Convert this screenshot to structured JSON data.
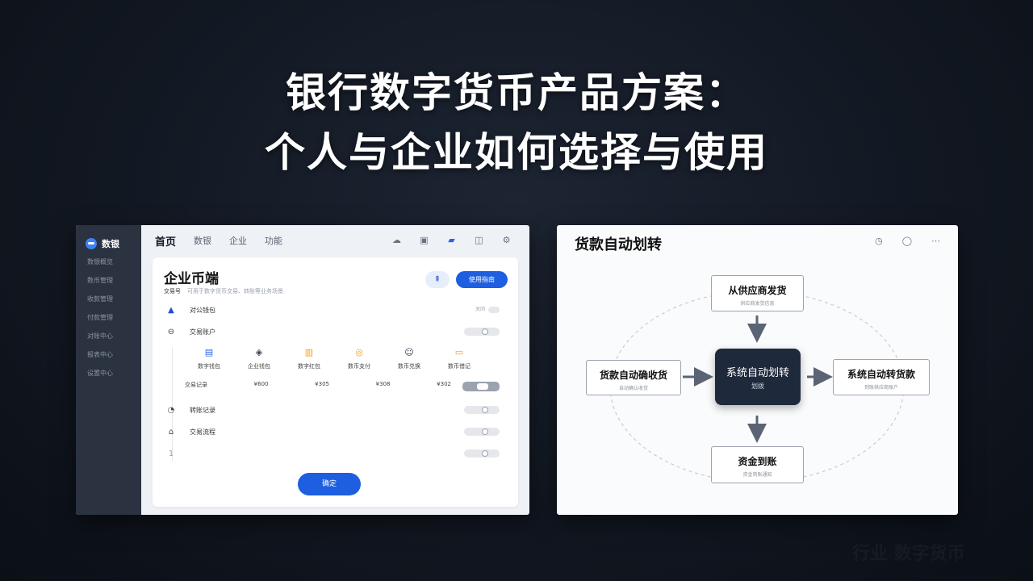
{
  "headline": {
    "line1": "银行数字货币产品方案：",
    "line2": "个人与企业如何选择与使用"
  },
  "left_window": {
    "sidebar": {
      "brand": "数银",
      "items": [
        "数银概览",
        "数币管理",
        "收款管理",
        "付款管理",
        "对账中心",
        "报表中心",
        "设置中心"
      ]
    },
    "nav": {
      "tabs": [
        "首页",
        "数银",
        "企业",
        "功能"
      ],
      "active_index": 0,
      "icons": [
        "cloud-icon",
        "briefcase-icon",
        "folder-icon",
        "gamepad-icon",
        "settings-icon"
      ]
    },
    "card": {
      "title": "企业币端",
      "subtitle_label": "交易号",
      "subtitle_text": "可用于数字货币交易、转账等业务场景",
      "icon_button": "⇞",
      "primary_button": "使用指南",
      "rows": [
        {
          "icon": "triangle-icon",
          "label": "对公钱包",
          "toggle_text": "关闭"
        },
        {
          "icon": "circle-minus-icon",
          "label": "交易账户"
        },
        {
          "icon": "clock-icon",
          "label": "转账记录"
        },
        {
          "icon": "box-icon",
          "label": "交易流程"
        },
        {
          "icon": "number-icon",
          "label": "1"
        }
      ],
      "products": [
        {
          "icon": "wallet-icon",
          "label": "数字钱包",
          "color": "#2563eb"
        },
        {
          "icon": "box-icon",
          "label": "企业钱包",
          "color": "#374151"
        },
        {
          "icon": "gift-icon",
          "label": "数字红包",
          "color": "#f59e0b"
        },
        {
          "icon": "coin-icon",
          "label": "数币支付",
          "color": "#f59e0b"
        },
        {
          "icon": "user-icon",
          "label": "数币兑换",
          "color": "#374151"
        },
        {
          "icon": "card-icon",
          "label": "数币借记",
          "color": "#f59e0b"
        }
      ],
      "price_label": "交易记录",
      "prices": [
        "¥600",
        "¥305",
        "¥308",
        "¥302"
      ],
      "cta": "确定"
    }
  },
  "right_window": {
    "title": "货款自动划转",
    "actions": [
      "clock-icon",
      "comment-icon",
      "more-icon"
    ],
    "nodes": {
      "top": {
        "title": "从供应商发货",
        "sub": "供应商发货信息"
      },
      "left": {
        "title": "货款自动确收货",
        "sub": "自动确认收货"
      },
      "center": {
        "title": "系统自动划转",
        "sub": "划拨"
      },
      "right": {
        "title": "系统自动转货款",
        "sub": "到账供应商账户"
      },
      "bottom": {
        "title": "资金到账",
        "sub": "资金到账通知"
      }
    }
  },
  "watermark": "行业 数字货币"
}
